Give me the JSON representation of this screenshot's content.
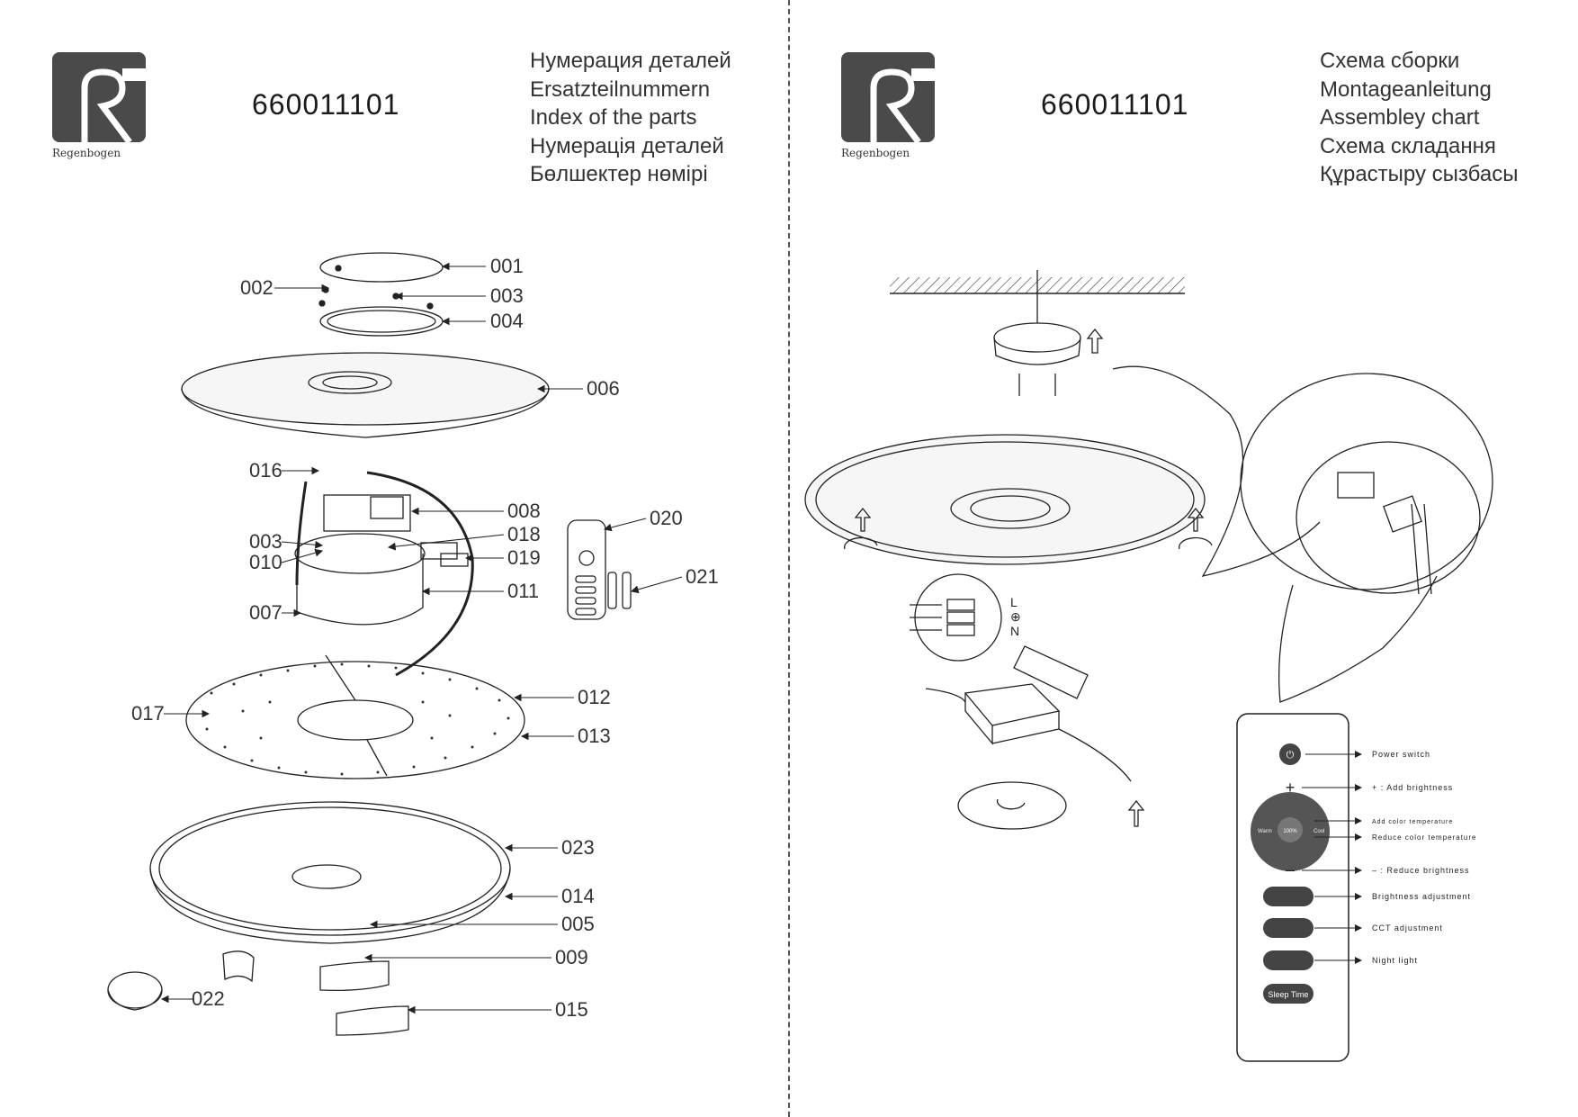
{
  "left_page": {
    "model": "660011101",
    "logo_text": "Regenbogen",
    "titles": [
      "Нумерация деталей",
      "Ersatzteilnummern",
      "Index of the parts",
      "Нумерація деталей",
      "Бөлшектер нөмірі"
    ],
    "parts": [
      "001",
      "002",
      "003",
      "004",
      "006",
      "016",
      "008",
      "020",
      "018",
      "003",
      "010",
      "019",
      "011",
      "021",
      "007",
      "012",
      "017",
      "013",
      "023",
      "014",
      "005",
      "009",
      "022",
      "015"
    ]
  },
  "right_page": {
    "model": "660011101",
    "logo_text": "Regenbogen",
    "titles": [
      "Схема сборки",
      "Montageanleitung",
      "Assembley chart",
      "Схема складання",
      "Құрастыру сызбасы"
    ],
    "remote": {
      "power_label": "Power switch",
      "plus_label": "+ : Add brightness",
      "add_ct_label": "Add color temperature",
      "reduce_ct_label": "Reduce color temperature",
      "minus_label": "– : Reduce brightness",
      "brightness_adj_label": "Brightness adjustment",
      "cct_adj_label": "CCT adjustment",
      "night_label": "Night light",
      "dial_warm": "Warm",
      "dial_center": "100%",
      "dial_cool": "Cool",
      "sleep_button": "Sleep Time",
      "plus_sign": "+",
      "minus_sign": "–"
    },
    "terminal_letters": [
      "L",
      "⊕",
      "N"
    ]
  }
}
